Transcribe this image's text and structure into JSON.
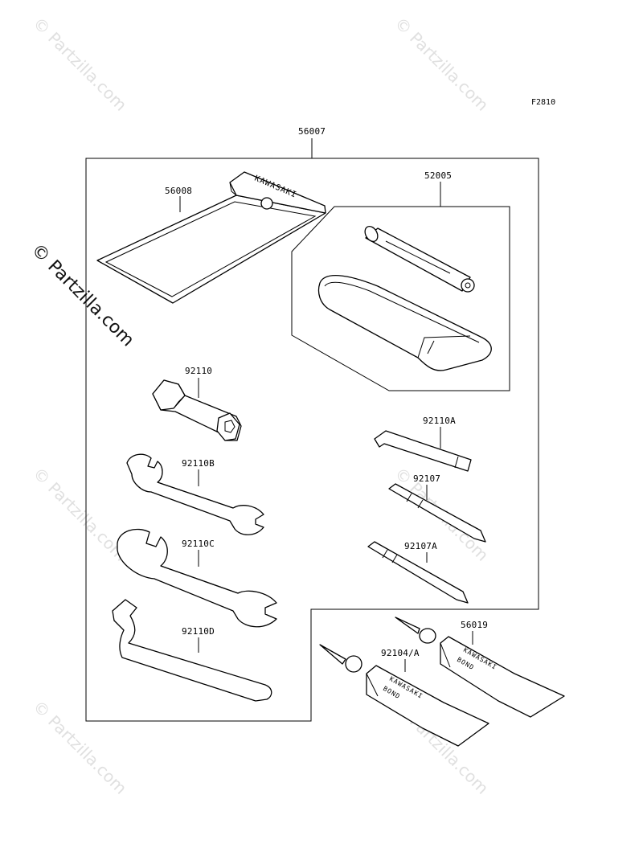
{
  "figure_id": "F2810",
  "brand_on_pouch": "KAWASAKI",
  "tube_text": [
    "KAWASAKI",
    "BOND"
  ],
  "watermark_text": "© Partzilla.com",
  "callouts": [
    {
      "id": "56007"
    },
    {
      "id": "56008"
    },
    {
      "id": "52005"
    },
    {
      "id": "92110"
    },
    {
      "id": "92110B"
    },
    {
      "id": "92110C"
    },
    {
      "id": "92110D"
    },
    {
      "id": "92110A"
    },
    {
      "id": "92107"
    },
    {
      "id": "92107A"
    },
    {
      "id": "92104/A"
    },
    {
      "id": "56019"
    }
  ]
}
